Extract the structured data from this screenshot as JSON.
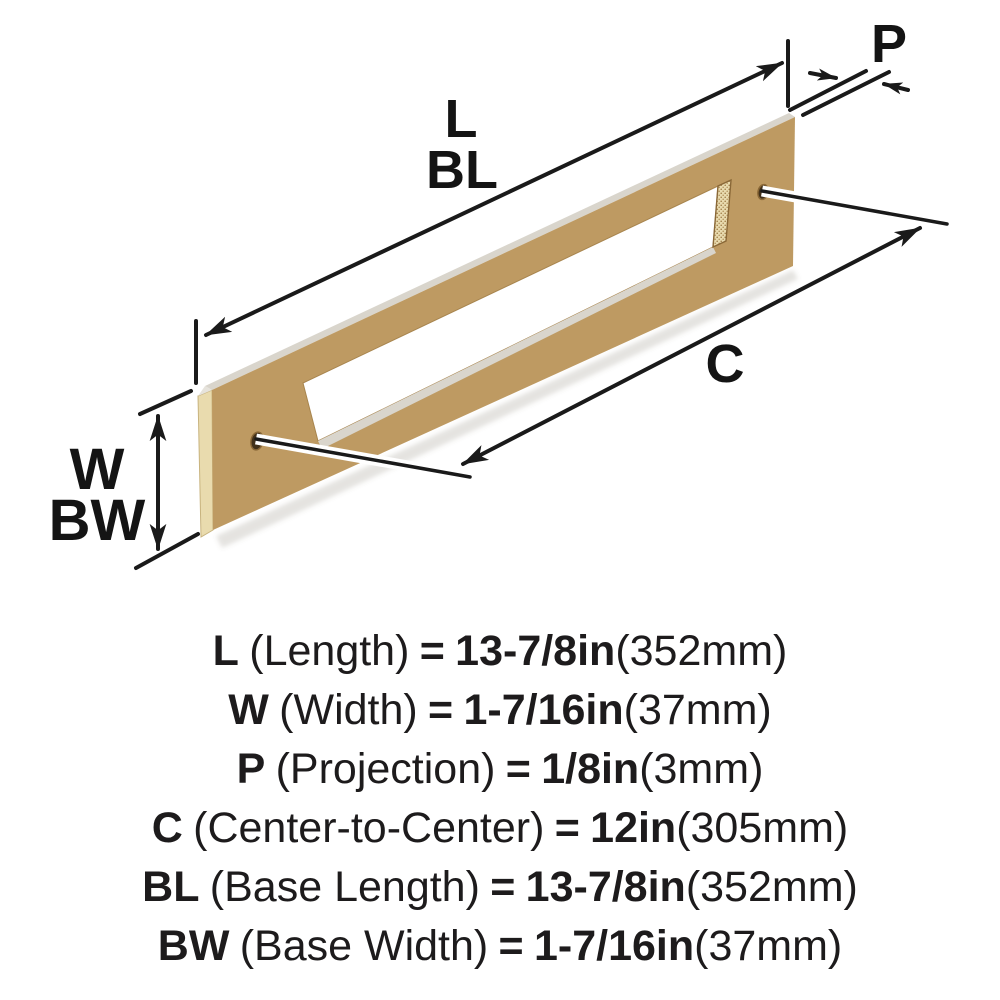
{
  "colors": {
    "brass": "#BE9A62",
    "brass_edge": "#E9DBAE",
    "brass_inner": "#E8DAAE",
    "highlight": "#D9D5CC",
    "hole": "#42311A",
    "line": "#1A1A1A",
    "text": "#1D1B1C"
  },
  "diagram": {
    "labels": {
      "length": "L",
      "base_length": "BL",
      "projection": "P",
      "center_to_center": "C",
      "width": "W",
      "base_width": "BW"
    }
  },
  "specs": {
    "equals": "=",
    "rows": [
      {
        "code": "L",
        "name": "(Length)",
        "imperial": "13-7/8in",
        "metric": "(352mm)"
      },
      {
        "code": "W",
        "name": "(Width)",
        "imperial": "1-7/16in",
        "metric": "(37mm)"
      },
      {
        "code": "P",
        "name": "(Projection)",
        "imperial": "1/8in",
        "metric": "(3mm)"
      },
      {
        "code": "C",
        "name": "(Center-to-Center)",
        "imperial": "12in",
        "metric": "(305mm)"
      },
      {
        "code": "BL",
        "name": "(Base Length)",
        "imperial": "13-7/8in",
        "metric": "(352mm)"
      },
      {
        "code": "BW",
        "name": "(Base Width)",
        "imperial": "1-7/16in",
        "metric": "(37mm)"
      }
    ]
  }
}
